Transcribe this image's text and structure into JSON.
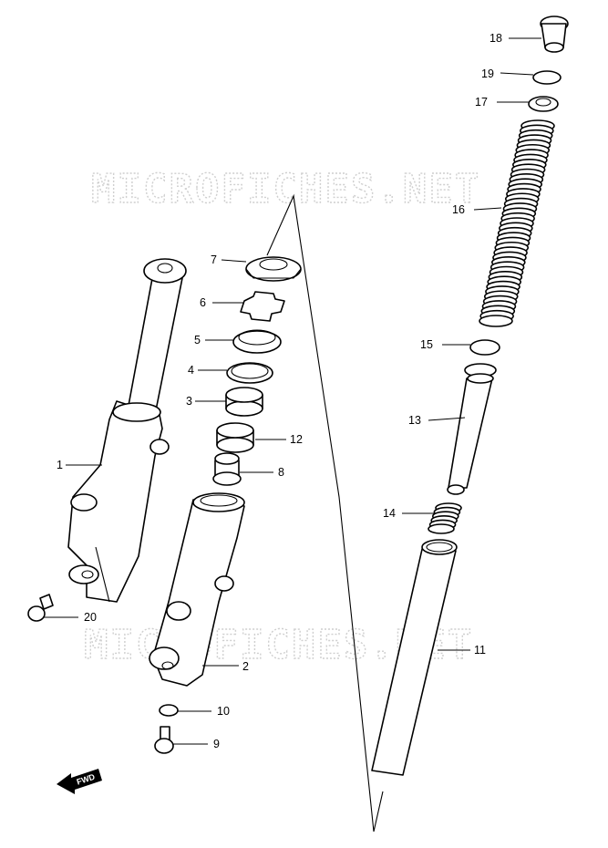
{
  "watermark": "MICROFICHES.NET",
  "fwd_label": "FWD",
  "parts": [
    {
      "ref": "1"
    },
    {
      "ref": "2"
    },
    {
      "ref": "3"
    },
    {
      "ref": "4"
    },
    {
      "ref": "5"
    },
    {
      "ref": "6"
    },
    {
      "ref": "7"
    },
    {
      "ref": "8"
    },
    {
      "ref": "9"
    },
    {
      "ref": "10"
    },
    {
      "ref": "11"
    },
    {
      "ref": "12"
    },
    {
      "ref": "13"
    },
    {
      "ref": "14"
    },
    {
      "ref": "15"
    },
    {
      "ref": "16"
    },
    {
      "ref": "17"
    },
    {
      "ref": "18"
    },
    {
      "ref": "19"
    },
    {
      "ref": "20"
    }
  ]
}
